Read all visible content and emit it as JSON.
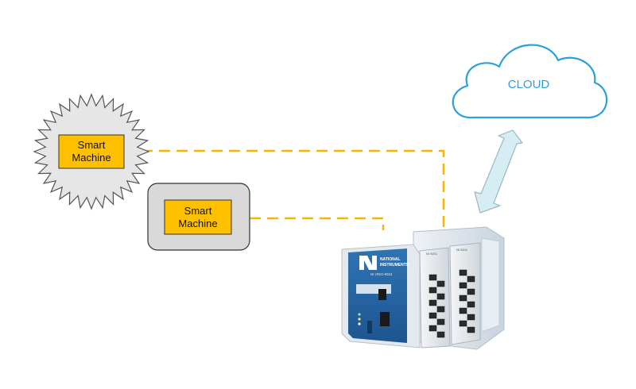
{
  "nodes": {
    "machine_1": {
      "line1": "Smart",
      "line2": "Machine"
    },
    "machine_2": {
      "line1": "Smart",
      "line2": "Machine"
    },
    "cloud": {
      "label": "CLOUD"
    },
    "device": {
      "brand_line1": "NATIONAL",
      "brand_line2": "INSTRUMENTS",
      "model": "NI cRIO-9034",
      "module_1": "NI 9201",
      "module_2": "NI 9201"
    }
  },
  "colors": {
    "link_dashed": "#f5b800",
    "machine_fill": "#ffc000",
    "burst_fill": "#e6e6e6",
    "panel_fill": "#d9d9d9",
    "cloud_stroke": "#2aa0dc",
    "cloud_text": "#2aa0dc",
    "arrow_fill": "#d6edf3",
    "arrow_stroke": "#9ab7c6"
  }
}
